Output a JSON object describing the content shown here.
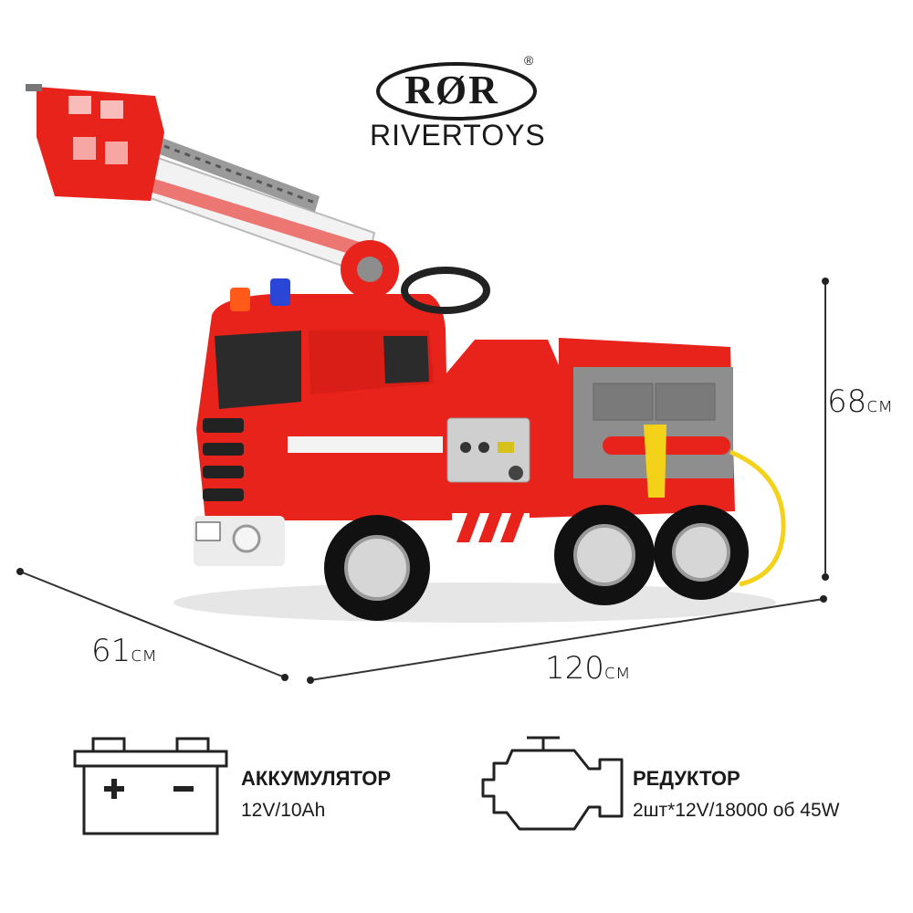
{
  "brand": {
    "mark": "RØR",
    "name": "RIVERTOYS",
    "registered": "®"
  },
  "dimensions": {
    "height": {
      "value": "68",
      "unit": "см"
    },
    "length": {
      "value": "120",
      "unit": "см"
    },
    "width": {
      "value": "61",
      "unit": "см"
    }
  },
  "specs": {
    "battery": {
      "title": "АККУМУЛЯТОР",
      "value": "12V/10Ah",
      "icon": "battery-icon"
    },
    "gearbox": {
      "title": "РЕДУКТОР",
      "value": "2шт*12V/18000 об 45W",
      "icon": "engine-icon"
    }
  },
  "colors": {
    "truck_red": "#e8231c",
    "dark": "#222222"
  }
}
